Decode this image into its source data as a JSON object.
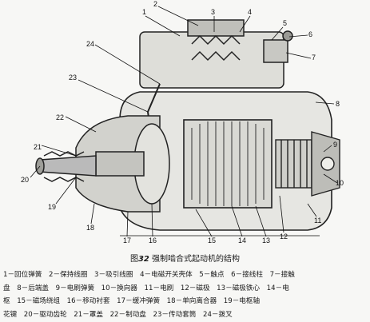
{
  "figure": {
    "caption_prefix": "图",
    "caption_number": "32",
    "caption_text": "强制啮合式起动机的结构",
    "callouts": [
      "1",
      "2",
      "3",
      "4",
      "5",
      "6",
      "7",
      "8",
      "9",
      "10",
      "11",
      "12",
      "13",
      "14",
      "15",
      "16",
      "17",
      "18",
      "19",
      "20",
      "21",
      "22",
      "23",
      "24"
    ]
  },
  "legend": {
    "rows": [
      "1－回位弹簧　2－保持线圈　3－吸引线圈　4－电磁开关壳体　5－触点　6－接线柱　7－接触",
      "盘　8－后端盖　9－电刷弹簧　10－换向器　11－电刷　12－磁极　13－磁极铁心　14－电",
      "枢　15－磁场绕组　16－移动衬套　17－缓冲弹簧　18－单向离合器　19－电枢轴",
      "花键　20－驱动齿轮　21－罩盖　22－制动盘　23－传动套筒　24－拨叉"
    ]
  }
}
